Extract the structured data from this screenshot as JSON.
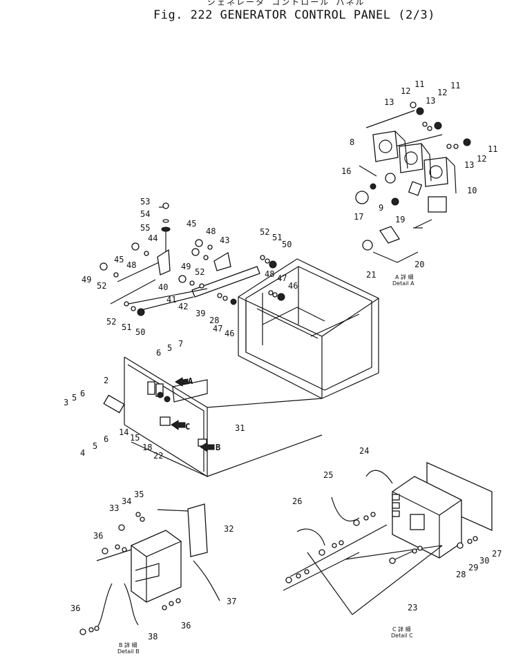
{
  "header": {
    "japanese_title": "ジェネレータ コントロール パネル",
    "figure_title": "Fig. 222  GENERATOR CONTROL PANEL (2/3)"
  },
  "details": {
    "a_jp": "A 詳 細",
    "a_en": "Detail  A",
    "b_jp": "B 詳 細",
    "b_en": "Detail  B",
    "c_jp": "C 詳 細",
    "c_en": "Detail  C"
  },
  "arrows": {
    "a": "A",
    "b": "B",
    "c": "C"
  },
  "callouts": [
    {
      "id": "53",
      "label": "53"
    },
    {
      "id": "54",
      "label": "54"
    },
    {
      "id": "55",
      "label": "55"
    },
    {
      "id": "44",
      "label": "44"
    },
    {
      "id": "45a",
      "label": "45"
    },
    {
      "id": "48a",
      "label": "48"
    },
    {
      "id": "49a",
      "label": "49"
    },
    {
      "id": "52a",
      "label": "52"
    },
    {
      "id": "45b",
      "label": "45"
    },
    {
      "id": "48b",
      "label": "48"
    },
    {
      "id": "43",
      "label": "43"
    },
    {
      "id": "49b",
      "label": "49"
    },
    {
      "id": "52b",
      "label": "52"
    },
    {
      "id": "52c",
      "label": "52"
    },
    {
      "id": "51a",
      "label": "51"
    },
    {
      "id": "50a",
      "label": "50"
    },
    {
      "id": "40",
      "label": "40"
    },
    {
      "id": "41",
      "label": "41"
    },
    {
      "id": "42",
      "label": "42"
    },
    {
      "id": "39",
      "label": "39"
    },
    {
      "id": "28a",
      "label": "28"
    },
    {
      "id": "48c",
      "label": "48"
    },
    {
      "id": "47a",
      "label": "47"
    },
    {
      "id": "46a",
      "label": "46"
    },
    {
      "id": "47b",
      "label": "47"
    },
    {
      "id": "46b",
      "label": "46"
    },
    {
      "id": "52d",
      "label": "52"
    },
    {
      "id": "51b",
      "label": "51"
    },
    {
      "id": "50b",
      "label": "50"
    },
    {
      "id": "13a",
      "label": "13"
    },
    {
      "id": "12a",
      "label": "12"
    },
    {
      "id": "11a",
      "label": "11"
    },
    {
      "id": "13b",
      "label": "13"
    },
    {
      "id": "12b",
      "label": "12"
    },
    {
      "id": "11b",
      "label": "11"
    },
    {
      "id": "8",
      "label": "8"
    },
    {
      "id": "11c",
      "label": "11"
    },
    {
      "id": "12c",
      "label": "12"
    },
    {
      "id": "13c",
      "label": "13"
    },
    {
      "id": "16",
      "label": "16"
    },
    {
      "id": "9",
      "label": "9"
    },
    {
      "id": "10",
      "label": "10"
    },
    {
      "id": "17",
      "label": "17"
    },
    {
      "id": "19",
      "label": "19"
    },
    {
      "id": "20",
      "label": "20"
    },
    {
      "id": "21",
      "label": "21"
    },
    {
      "id": "6a",
      "label": "6"
    },
    {
      "id": "5a",
      "label": "5"
    },
    {
      "id": "7",
      "label": "7"
    },
    {
      "id": "2",
      "label": "2"
    },
    {
      "id": "3",
      "label": "3"
    },
    {
      "id": "5b",
      "label": "5"
    },
    {
      "id": "6b",
      "label": "6"
    },
    {
      "id": "4",
      "label": "4"
    },
    {
      "id": "5c",
      "label": "5"
    },
    {
      "id": "6c",
      "label": "6"
    },
    {
      "id": "14",
      "label": "14"
    },
    {
      "id": "15",
      "label": "15"
    },
    {
      "id": "18",
      "label": "18"
    },
    {
      "id": "22",
      "label": "22"
    },
    {
      "id": "31",
      "label": "31"
    },
    {
      "id": "35",
      "label": "35"
    },
    {
      "id": "34",
      "label": "34"
    },
    {
      "id": "33",
      "label": "33"
    },
    {
      "id": "32",
      "label": "32"
    },
    {
      "id": "36a",
      "label": "36"
    },
    {
      "id": "36b",
      "label": "36"
    },
    {
      "id": "37",
      "label": "37"
    },
    {
      "id": "36c",
      "label": "36"
    },
    {
      "id": "38",
      "label": "38"
    },
    {
      "id": "24",
      "label": "24"
    },
    {
      "id": "25",
      "label": "25"
    },
    {
      "id": "26",
      "label": "26"
    },
    {
      "id": "23",
      "label": "23"
    },
    {
      "id": "27",
      "label": "27"
    },
    {
      "id": "28b",
      "label": "28"
    },
    {
      "id": "29",
      "label": "29"
    },
    {
      "id": "30",
      "label": "30"
    }
  ]
}
